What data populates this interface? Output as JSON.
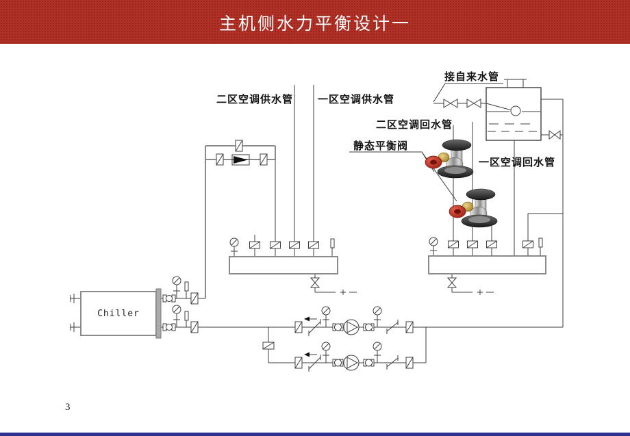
{
  "slide": {
    "title": "主机侧水力平衡设计一",
    "page_number": "3"
  },
  "labels": {
    "zone2_supply": "二区空调供水管",
    "zone1_supply": "一区空调供水管",
    "tap_water": "接自来水管",
    "zone2_return": "二区空调回水管",
    "static_balance_valve": "静态平衡阀",
    "zone1_return": "一区空调回水管",
    "chiller": "Chiller"
  },
  "colors": {
    "header_red": "#b13126",
    "footer_blue": "#2e3192",
    "line_dark": "#3d3d3d",
    "line_gray": "#8a8a8a",
    "valve_wheel_red": "#c03020",
    "valve_brass": "#c9a23f"
  }
}
